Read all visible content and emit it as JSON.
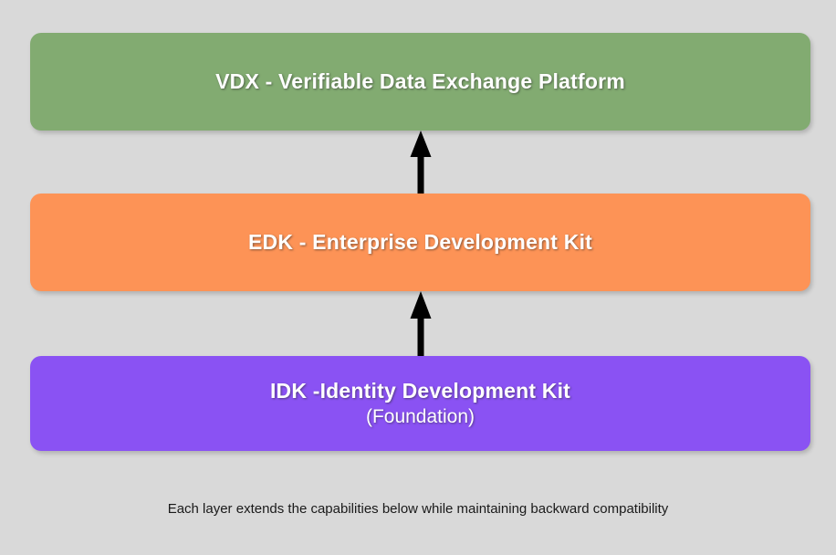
{
  "diagram": {
    "type": "layered-stack",
    "background_color": "#d9d9d9",
    "layers": [
      {
        "id": "vdx",
        "title": "VDX - Verifiable Data Exchange Platform",
        "subtitle": "",
        "color": "#82ab71",
        "position": "top"
      },
      {
        "id": "edk",
        "title": "EDK - Enterprise Development Kit",
        "subtitle": "",
        "color": "#fd9356",
        "position": "middle"
      },
      {
        "id": "idk",
        "title": "IDK -Identity Development Kit",
        "subtitle": "(Foundation)",
        "color": "#8a52f3",
        "position": "bottom"
      }
    ],
    "arrows": [
      {
        "id": "idk-to-edk",
        "from": "idk",
        "to": "edk",
        "direction": "up",
        "color": "#000000",
        "icon": "arrow-up-icon"
      },
      {
        "id": "edk-to-vdx",
        "from": "edk",
        "to": "vdx",
        "direction": "up",
        "color": "#000000",
        "icon": "arrow-up-icon"
      }
    ],
    "caption": "Each layer extends the capabilities below while maintaining backward compatibility"
  }
}
